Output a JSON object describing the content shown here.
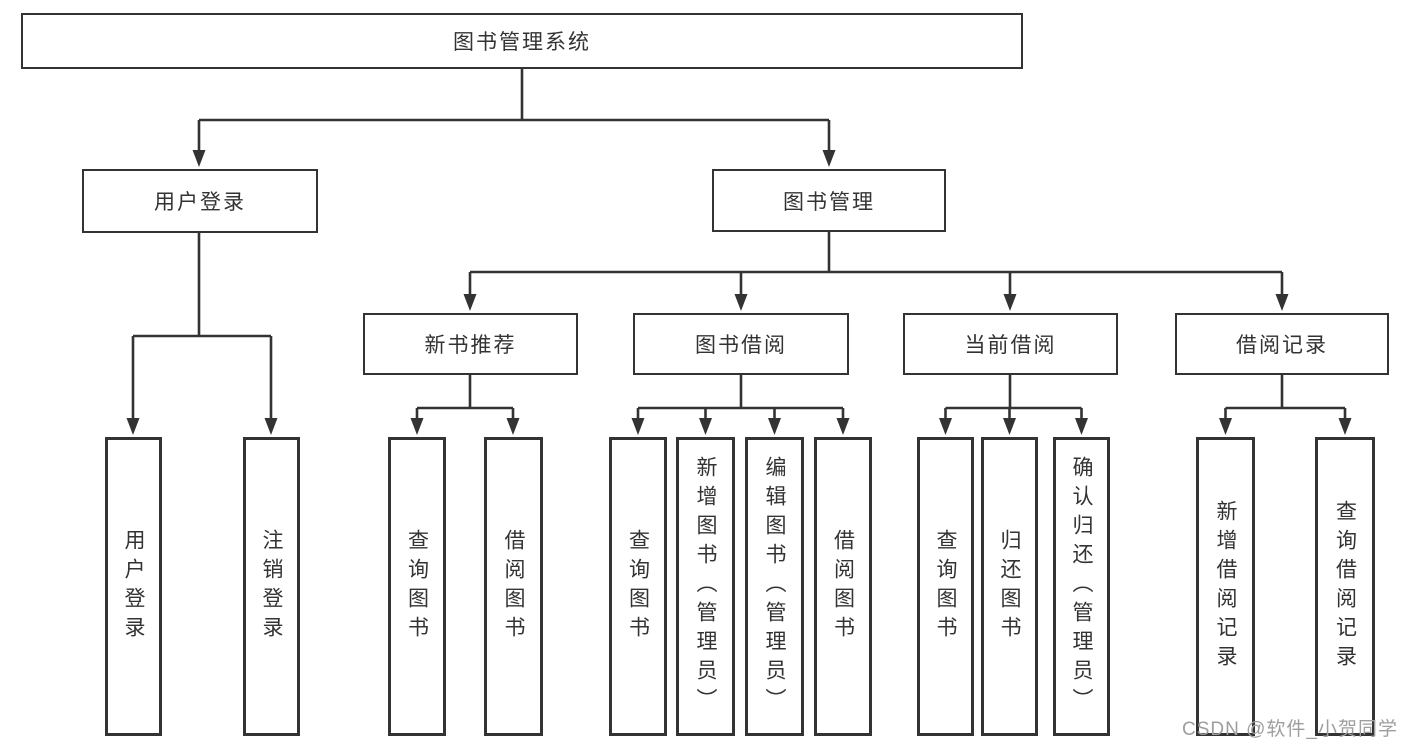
{
  "tree": {
    "label": "图书管理系统",
    "children": [
      {
        "label": "用户登录",
        "children": [
          {
            "label": "用户登录"
          },
          {
            "label": "注销登录"
          }
        ]
      },
      {
        "label": "图书管理",
        "children": [
          {
            "label": "新书推荐",
            "children": [
              {
                "label": "查询图书"
              },
              {
                "label": "借阅图书"
              }
            ]
          },
          {
            "label": "图书借阅",
            "children": [
              {
                "label": "查询图书"
              },
              {
                "label": "新增图书（管理员）"
              },
              {
                "label": "编辑图书（管理员）"
              },
              {
                "label": "借阅图书"
              }
            ]
          },
          {
            "label": "当前借阅",
            "children": [
              {
                "label": "查询图书"
              },
              {
                "label": "归还图书"
              },
              {
                "label": "确认归还（管理员）"
              }
            ]
          },
          {
            "label": "借阅记录",
            "children": [
              {
                "label": "新增借阅记录"
              },
              {
                "label": "查询借阅记录"
              }
            ]
          }
        ]
      }
    ]
  },
  "watermark": {
    "text": "CSDN @软件_小贺同学",
    "color": "#9e9e9e"
  },
  "colors": {
    "line": "#333333",
    "box_border": "#333333",
    "box_background": "#ffffff",
    "text": "#333333",
    "page_background": "#ffffff"
  }
}
